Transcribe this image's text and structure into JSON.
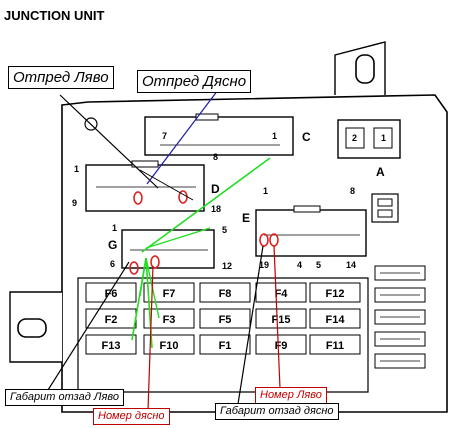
{
  "title": "JUNCTION UNIT",
  "labels": {
    "front_left": "Отпред Ляво",
    "front_right": "Отпред Дясно",
    "rear_light_left": "Габарит отзад Ляво",
    "plate_right": "Номер дясно",
    "plate_left": "Номер Ляво",
    "rear_light_right": "Габарит отзад дясно"
  },
  "connectors": {
    "A": {
      "letter": "A",
      "pins": [
        "2",
        "1"
      ]
    },
    "C": {
      "letter": "C",
      "pins": [
        "7",
        "1"
      ]
    },
    "D": {
      "letter": "D",
      "pins": [
        "1",
        "8",
        "9",
        "18"
      ]
    },
    "E": {
      "letter": "E",
      "pins": [
        "1",
        "8",
        "19",
        "4",
        "5",
        "14"
      ]
    },
    "G": {
      "letter": "G",
      "pins": [
        "1",
        "5",
        "6",
        "12"
      ]
    }
  },
  "fuses": [
    [
      "F6",
      "F7",
      "F8",
      "F4",
      "F12"
    ],
    [
      "F2",
      "F3",
      "F5",
      "F15",
      "F14"
    ],
    [
      "F13",
      "F10",
      "F1",
      "F9",
      "F11"
    ]
  ],
  "colors": {
    "wire_green": "#22dd22",
    "wire_blue": "#1a1aa6",
    "marker_red": "#dd2020",
    "label_red": "#c00000"
  }
}
